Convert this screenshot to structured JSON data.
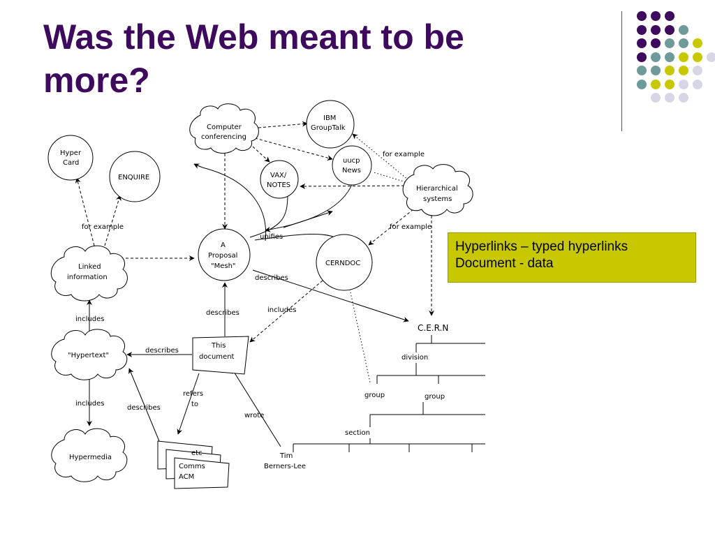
{
  "slide": {
    "title": "Was the Web meant to be more?"
  },
  "colors": {
    "title": "#3d0a5e",
    "purple": "#3d0a5e",
    "teal": "#6f9a9a",
    "olive": "#c8c800",
    "lavender": "#d6d6e6",
    "callout_background": "#c8c800"
  },
  "callout": {
    "line1": "Hyperlinks – typed hyperlinks",
    "line2": "Document - data"
  },
  "decoration": {
    "dot_rows": [
      [
        "purple",
        "purple",
        "purple"
      ],
      [
        "purple",
        "purple",
        "purple",
        "teal"
      ],
      [
        "purple",
        "purple",
        "teal",
        "teal",
        "olive"
      ],
      [
        "purple",
        "teal",
        "teal",
        "olive",
        "olive",
        "lavender"
      ],
      [
        "teal",
        "teal",
        "olive",
        "olive",
        "lavender"
      ],
      [
        "teal",
        "olive",
        "olive",
        "lavender",
        "lavender"
      ],
      [
        "lavender",
        "lavender",
        "lavender"
      ]
    ]
  },
  "diagram": {
    "nodes": {
      "computer_conferencing": [
        "Computer",
        "conferencing"
      ],
      "ibm_grouptalk": [
        "IBM",
        "GroupTalk"
      ],
      "hypercard": [
        "Hyper",
        "Card"
      ],
      "enquire": [
        "ENQUIRE"
      ],
      "vax_notes": [
        "VAX/",
        "NOTES"
      ],
      "uucp_news": [
        "uucp",
        "News"
      ],
      "hierarchical_systems": [
        "Hierarchical",
        "systems"
      ],
      "linked_information": [
        "Linked",
        "information"
      ],
      "mesh_proposal": [
        "A",
        "Proposal",
        "\"Mesh\""
      ],
      "cerndoc": [
        "CERNDOC"
      ],
      "hypertext": [
        "\"Hypertext\""
      ],
      "this_document": [
        "This",
        "document"
      ],
      "hypermedia": [
        "Hypermedia"
      ],
      "stack_etc": [
        "etc"
      ],
      "stack_comms_acm": [
        "Comms",
        "ACM"
      ],
      "tim_berners_lee": [
        "Tim",
        "Berners-Lee"
      ]
    },
    "edge_labels": {
      "for_example_top": "for example",
      "for_example_left": "for example",
      "for_example_right": "for example",
      "unifies": "unifies",
      "describes_mesh": "describes",
      "describes_doc": "describes",
      "describes_hypertext": "describes",
      "describes_stack": "describes",
      "includes_cerndoc": "includes",
      "includes_top": "includes",
      "includes_bottom": "includes",
      "refers_to": [
        "refers",
        "to"
      ],
      "wrote": "wrote"
    },
    "org_tree": {
      "root": "C.E.R.N",
      "level1": "division",
      "level2": [
        "group",
        "group"
      ],
      "level3": "section"
    }
  }
}
